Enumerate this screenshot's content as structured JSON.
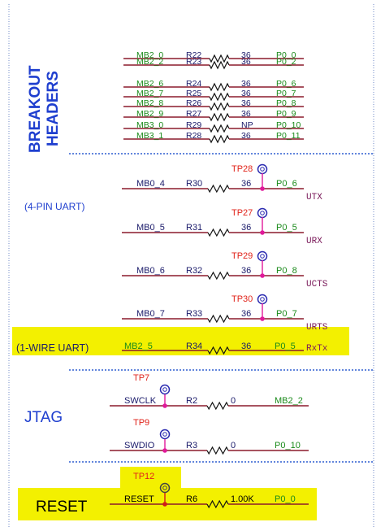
{
  "sections": {
    "breakout": {
      "title_line1": "BREAKOUT",
      "title_line2": "HEADERS"
    },
    "uart4": "(4-PIN UART)",
    "uart1": "(1-WIRE UART)",
    "jtag": "JTAG",
    "reset": "RESET"
  },
  "breakout_rows": [
    {
      "net": "MB2_0",
      "ref": "R22",
      "value": "36",
      "port": "P0_0"
    },
    {
      "net": "MB2_2",
      "ref": "R23",
      "value": "36",
      "port": "P0_2"
    },
    {
      "net": "MB2_6",
      "ref": "R24",
      "value": "36",
      "port": "P0_6"
    },
    {
      "net": "MB2_7",
      "ref": "R25",
      "value": "36",
      "port": "P0_7"
    },
    {
      "net": "MB2_8",
      "ref": "R26",
      "value": "36",
      "port": "P0_8"
    },
    {
      "net": "MB2_9",
      "ref": "R27",
      "value": "36",
      "port": "P0_9"
    },
    {
      "net": "MB3_0",
      "ref": "R29",
      "value": "NP",
      "port": "P0_10"
    },
    {
      "net": "MB3_1",
      "ref": "R28",
      "value": "36",
      "port": "P0_11"
    }
  ],
  "uart_rows": [
    {
      "net": "MB0_4",
      "ref": "R30",
      "value": "36",
      "tp": "TP28",
      "port": "P0_6",
      "signal": "UTX"
    },
    {
      "net": "MB0_5",
      "ref": "R31",
      "value": "36",
      "tp": "TP27",
      "port": "P0_5",
      "signal": "URX"
    },
    {
      "net": "MB0_6",
      "ref": "R32",
      "value": "36",
      "tp": "TP29",
      "port": "P0_8",
      "signal": "UCTS"
    },
    {
      "net": "MB0_7",
      "ref": "R33",
      "value": "36",
      "tp": "TP30",
      "port": "P0_7",
      "signal": "URTS"
    }
  ],
  "onewire": {
    "net": "MB2_5",
    "ref": "R34",
    "value": "36",
    "port": "P0_5",
    "signal": "RxTx"
  },
  "jtag_rows": [
    {
      "tp": "TP7",
      "pin": "SWCLK",
      "ref": "R2",
      "value": "0",
      "net": "MB2_2"
    },
    {
      "tp": "TP9",
      "pin": "SWDIO",
      "ref": "R3",
      "value": "0",
      "net": "P0_10"
    }
  ],
  "reset_row": {
    "tp": "TP12",
    "pin": "RESET",
    "ref": "R6",
    "value": "1.00K",
    "net": "P0_0"
  },
  "colors": {
    "wire": "#8b1a2b",
    "net_label": "#1a8a1a",
    "section_label": "#1f3fcf",
    "ref_text": "#1a1a6a",
    "tp_label": "#e0231a",
    "tp_ring": "#2a2ab0",
    "junction": "#e0199a",
    "signal_text": "#7a1a5a",
    "highlight": "#f3f000",
    "border": "#6f88c7"
  }
}
